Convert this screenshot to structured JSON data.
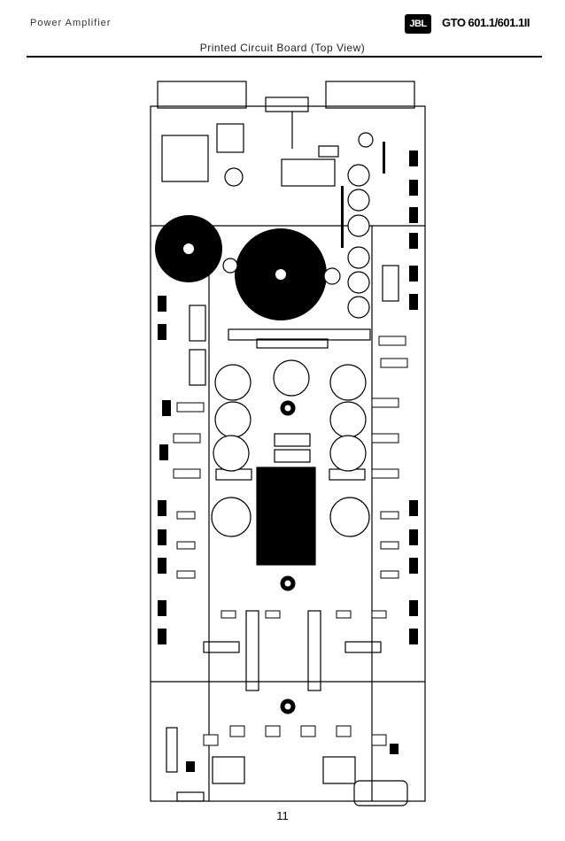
{
  "header": {
    "left_label": "Power  Amplifier",
    "logo_text": "JBL",
    "model": "GTO 601.1/601.1II",
    "subtitle": "Printed Circuit Board (Top View)"
  },
  "footer": {
    "page_number": "11"
  }
}
